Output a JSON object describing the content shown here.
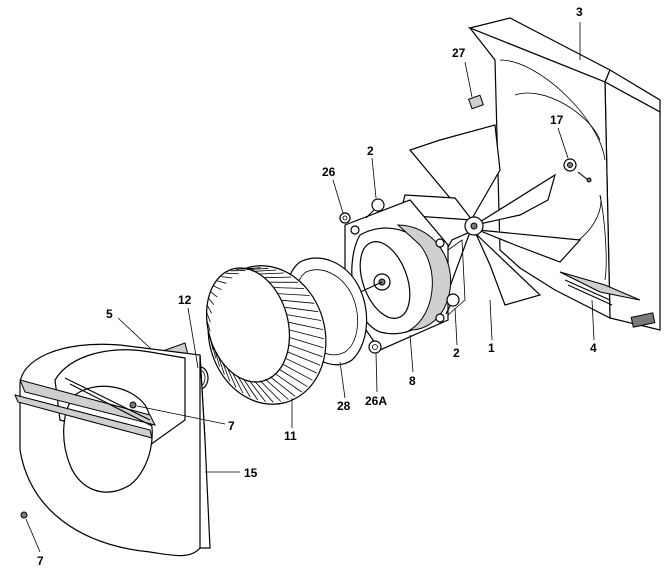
{
  "diagram": {
    "header_fragment": "",
    "callouts": [
      {
        "id": "c3",
        "text": "3"
      },
      {
        "id": "c27",
        "text": "27"
      },
      {
        "id": "c17",
        "text": "17"
      },
      {
        "id": "c2a",
        "text": "2"
      },
      {
        "id": "c26",
        "text": "26"
      },
      {
        "id": "c1",
        "text": "1"
      },
      {
        "id": "c4",
        "text": "4"
      },
      {
        "id": "c2b",
        "text": "2"
      },
      {
        "id": "c8",
        "text": "8"
      },
      {
        "id": "c26A",
        "text": "26A"
      },
      {
        "id": "c28",
        "text": "28"
      },
      {
        "id": "c11",
        "text": "11"
      },
      {
        "id": "c12",
        "text": "12"
      },
      {
        "id": "c5",
        "text": "5"
      },
      {
        "id": "c7a",
        "text": "7"
      },
      {
        "id": "c15",
        "text": "15"
      },
      {
        "id": "c7b",
        "text": "7"
      }
    ]
  }
}
